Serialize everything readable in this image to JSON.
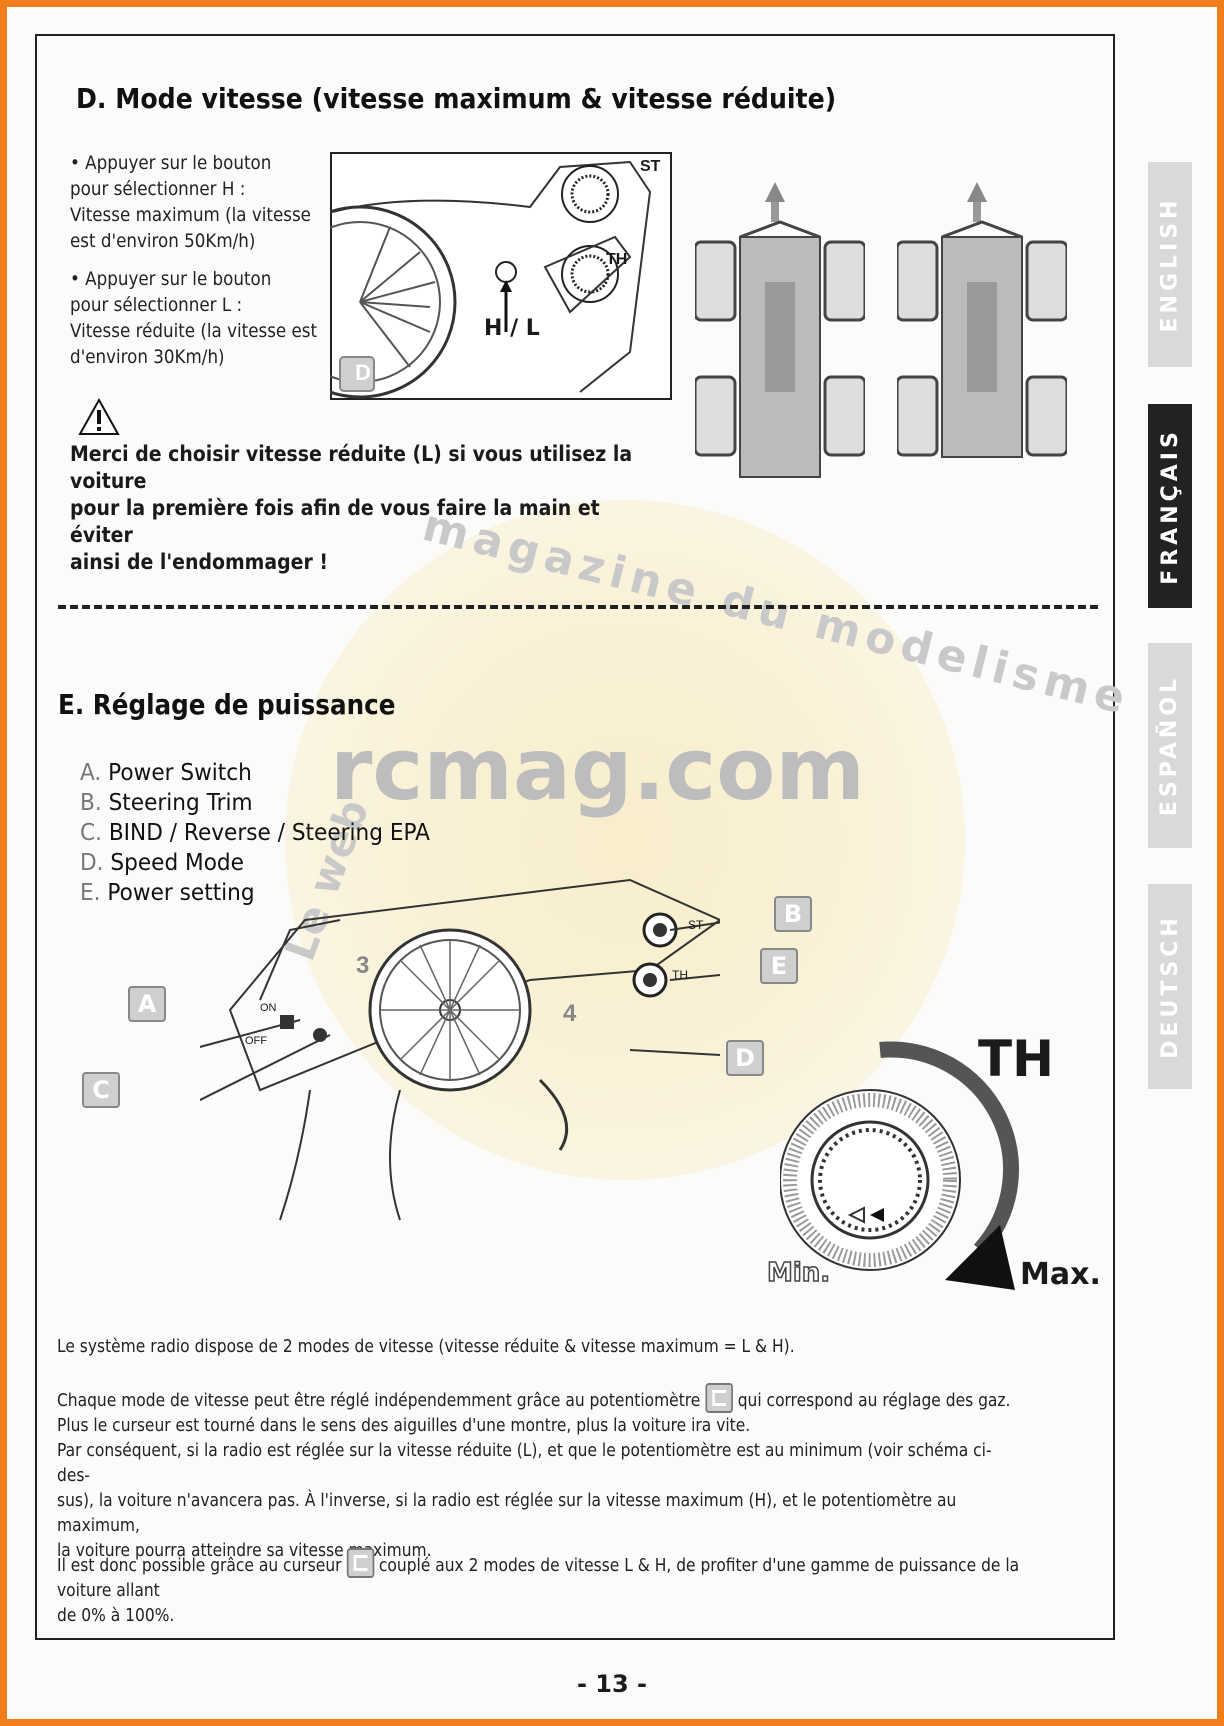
{
  "section_d": {
    "title": "D. Mode vitesse (vitesse maximum & vitesse réduite)",
    "bullet_1": [
      "• Appuyer sur le bouton",
      "pour sélectionner H :",
      "Vitesse maximum (la vitesse",
      "est d'environ 50Km/h)"
    ],
    "bullet_2": [
      "• Appuyer sur le bouton",
      "pour sélectionner L :",
      "Vitesse réduite (la vitesse est",
      "d'environ 30Km/h)"
    ],
    "diagram_labels": {
      "st": "ST",
      "th": "TH",
      "hl": "H / L",
      "d_tag": "D"
    },
    "warning": [
      "Merci de choisir vitesse réduite (L) si vous utilisez la voiture",
      "pour la première fois afin de vous faire la main et éviter",
      "ainsi de l'endommager !"
    ]
  },
  "section_e": {
    "title": "E. Réglage de puissance",
    "legend": [
      {
        "letter": "A.",
        "text": "Power Switch"
      },
      {
        "letter": "B.",
        "text": "Steering Trim"
      },
      {
        "letter": "C.",
        "text": "BIND / Reverse / Steering EPA"
      },
      {
        "letter": "D.",
        "text": "Speed Mode"
      },
      {
        "letter": "E.",
        "text": "Power setting"
      }
    ],
    "transmitter_labels": {
      "on": "ON",
      "off": "OFF",
      "st": "ST",
      "th": "TH",
      "num_3": "3",
      "num_4": "4",
      "tag_a": "A",
      "tag_b": "B",
      "tag_c": "C",
      "tag_d": "D",
      "tag_e": "E"
    },
    "dial": {
      "label": "TH",
      "min": "Min.",
      "max": "Max."
    },
    "paragraphs": {
      "p1": "Le système radio dispose de 2 modes de vitesse (vitesse réduite & vitesse maximum = L & H).",
      "p2_a": "Chaque mode de vitesse peut être réglé indépendemment grâce au potentiomètre",
      "p2_b": "qui correspond au réglage des gaz.",
      "p2_c": "Plus le curseur est tourné dans le sens des aiguilles d'une montre, plus la voiture ira vite.",
      "p2_d": "Par conséquent, si la radio est réglée sur la vitesse réduite (L), et que le potentiomètre est au minimum (voir schéma ci-des-",
      "p2_e": "sus), la voiture n'avancera pas. À l'inverse, si la radio est réglée sur la vitesse maximum (H), et le potentiomètre au maximum,",
      "p2_f": "la voiture pourra atteindre sa vitesse maximum.",
      "p3_a": "Il est donc possible grâce au curseur",
      "p3_b": "couplé aux 2 modes de vitesse L & H, de profiter d'une gamme de puissance de la voiture allant",
      "p3_c": "de 0% à 100%."
    }
  },
  "language_tabs": [
    "ENGLISH",
    "FRANÇAIS",
    "ESPAÑOL",
    "DEUTSCH"
  ],
  "active_language": "FRANÇAIS",
  "watermark": {
    "line_1": "magazine du modelisme",
    "line_2": "rcmag.com",
    "line_3": "Le web"
  },
  "page_number": "- 13 -",
  "colors": {
    "border": "#f07f1b",
    "active_tab": "#222222",
    "inactive_tab": "#d9d9d9"
  }
}
